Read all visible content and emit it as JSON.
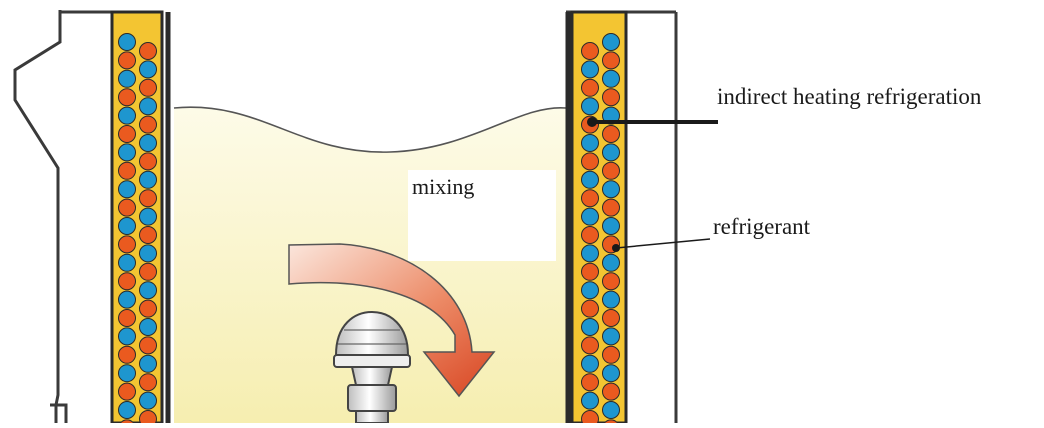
{
  "labels": {
    "indirect": "indirect heating refrigeration",
    "refrigerant": "refrigerant",
    "mixing": "mixing"
  },
  "colors": {
    "jacket_fill": "#f3c532",
    "jacket_border": "#2a2a2a",
    "ball_orange": "#ea5a1f",
    "ball_blue": "#1e96cf",
    "liquid_top": "#fdfbe8",
    "liquid_bottom": "#f7efb4",
    "arrow_light": "#f7d6c8",
    "arrow_dark": "#d84522",
    "leader_line": "#1a1a1a"
  },
  "icons": {
    "stirrer": "impeller-icon",
    "flow": "curved-arrow-icon"
  }
}
